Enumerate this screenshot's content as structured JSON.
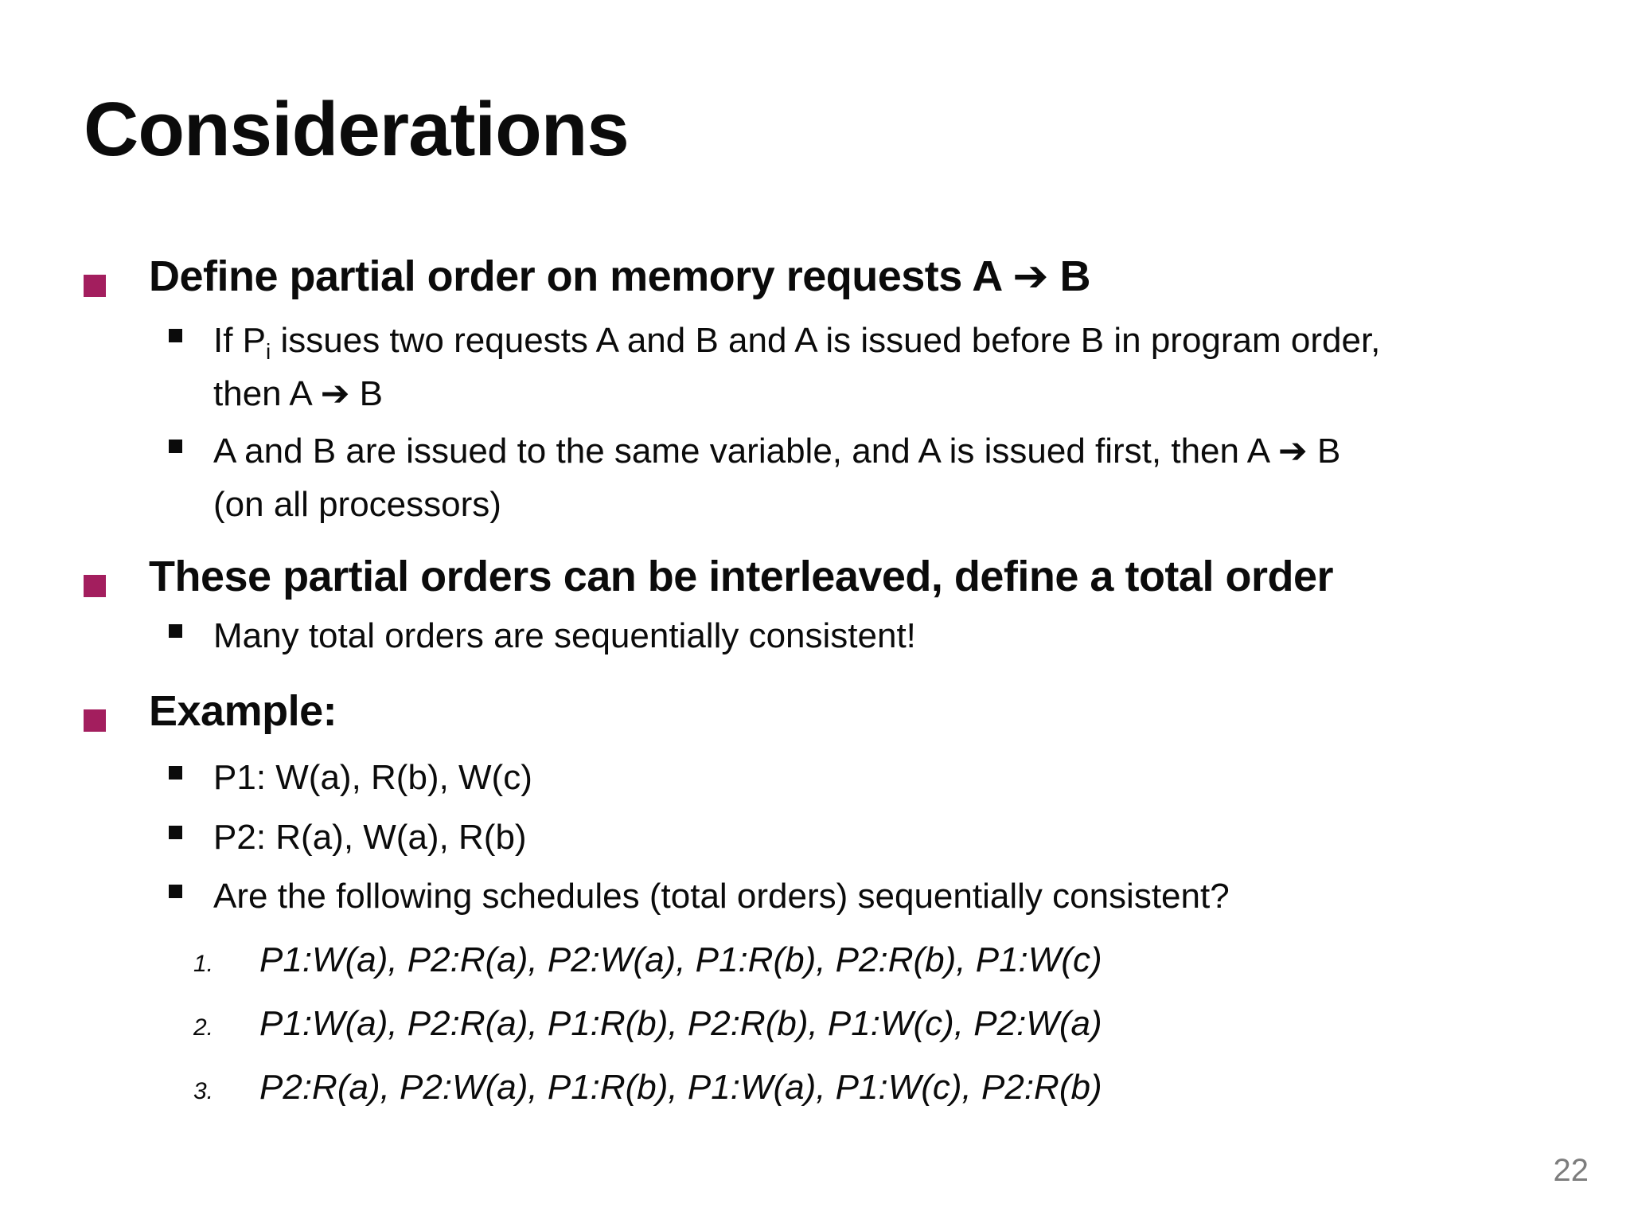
{
  "slide": {
    "title": "Considerations",
    "page_number": "22",
    "accent_color": "#a31e5e",
    "muted_color": "#7d7d7d",
    "bullets": {
      "b1": {
        "text": "Define partial order on memory requests A ➔ B"
      },
      "b1s1": {
        "prefix": "If P",
        "sub": "i",
        "line1_rest": " issues two requests A and B and A is issued before B in program order,",
        "line2": "then A ➔ B"
      },
      "b1s2": {
        "line1": "A and B are issued to the same variable, and A is issued first, then A ➔ B",
        "line2": "(on all processors)"
      },
      "b2": {
        "text": "These partial orders can be interleaved, define a total order"
      },
      "b2s1": {
        "text": "Many total orders are sequentially consistent!"
      },
      "b3": {
        "text": "Example:"
      },
      "b3s1": {
        "text": "P1: W(a), R(b), W(c)"
      },
      "b3s2": {
        "text": "P2: R(a), W(a), R(b)"
      },
      "b3s3": {
        "text": "Are the following schedules (total orders) sequentially consistent?"
      },
      "n1": {
        "num": "1.",
        "text": "P1:W(a), P2:R(a), P2:W(a), P1:R(b), P2:R(b), P1:W(c)"
      },
      "n2": {
        "num": "2.",
        "text": "P1:W(a), P2:R(a), P1:R(b), P2:R(b), P1:W(c), P2:W(a)"
      },
      "n3": {
        "num": "3.",
        "text": "P2:R(a), P2:W(a), P1:R(b), P1:W(a), P1:W(c), P2:R(b)"
      }
    }
  }
}
